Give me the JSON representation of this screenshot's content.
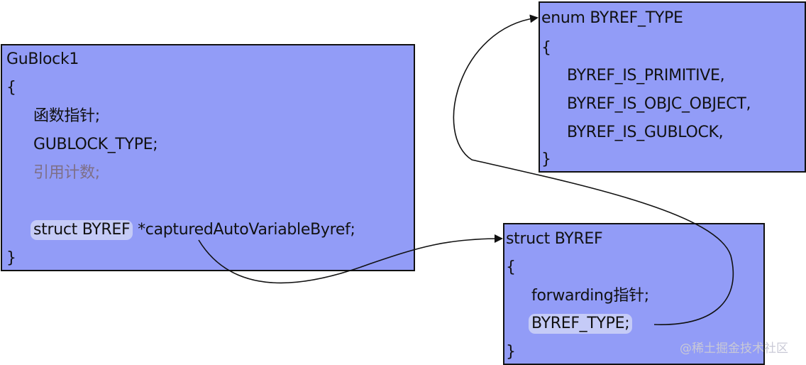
{
  "gublock": {
    "lines": [
      "GuBlock1",
      "{",
      "函数指针;",
      "GUBLOCK_TYPE;",
      "引用计数;",
      "struct BYREF",
      " *capturedAutoVariableByref;",
      "}"
    ]
  },
  "enum_box": {
    "lines": [
      "enum BYREF_TYPE",
      "{",
      "BYREF_IS_PRIMITIVE,",
      "BYREF_IS_OBJC_OBJECT,",
      "BYREF_IS_GUBLOCK,",
      "}"
    ]
  },
  "byref_box": {
    "lines": [
      "struct BYREF",
      "{",
      "forwarding指针;",
      "BYREF_TYPE;",
      "}"
    ]
  },
  "watermark": "@稀土掘金技术社区",
  "colors": {
    "box_fill": "#929cf7",
    "border": "#111111",
    "highlight": "#c5cbf7",
    "muted_text": "#7e6f86"
  }
}
